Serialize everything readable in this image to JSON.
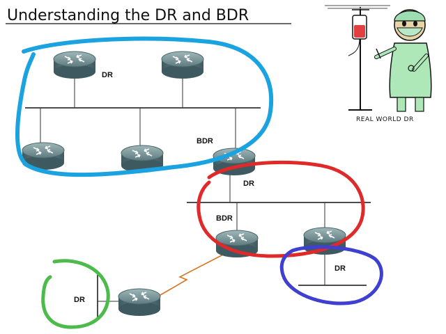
{
  "title": "Understanding the DR and BDR",
  "labels": {
    "dr_top": "DR",
    "bdr_left": "BDR",
    "dr_mid": "DR",
    "bdr_mid": "BDR",
    "dr_right": "DR",
    "dr_bottom": "DR"
  },
  "cartoon_caption": "REAL WORLD DR",
  "colors": {
    "segment_1_circle": "#1aa3e0",
    "segment_2_circle": "#e02a2a",
    "segment_3_circle": "#3f3fd0",
    "segment_4_circle": "#4cbb4c",
    "serial_link": "#d9731e",
    "router_body": "#5f7f84"
  },
  "icons": {
    "router": "router-icon",
    "doctor": "doctor-cartoon-icon",
    "iv_bag": "iv-bag-icon"
  }
}
